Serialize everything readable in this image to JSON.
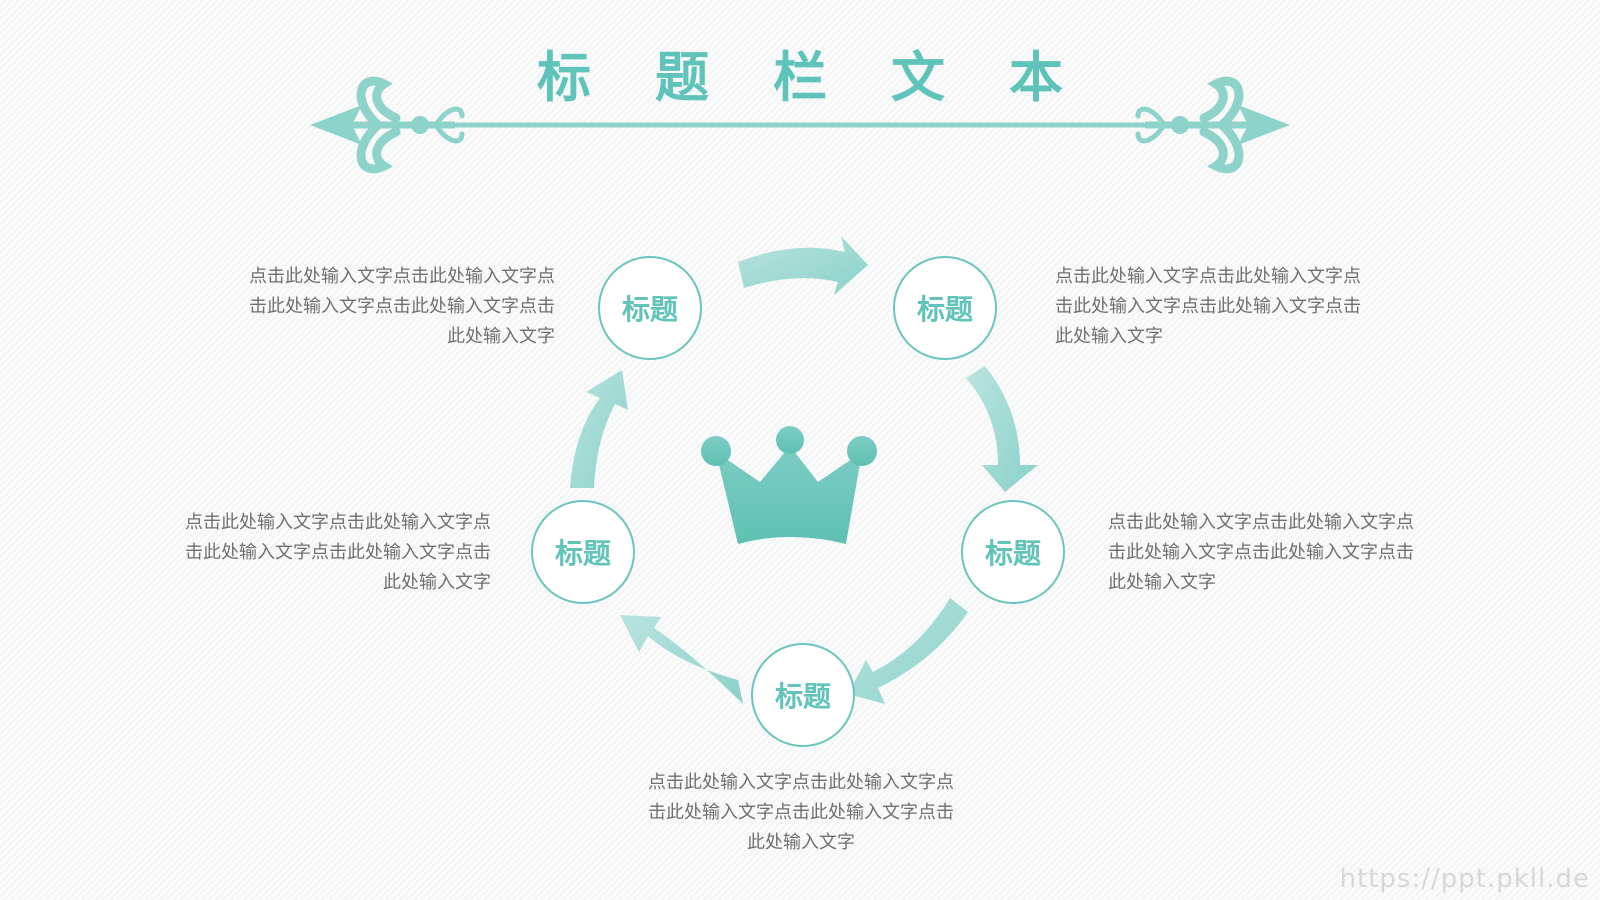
{
  "slide": {
    "title": "标题栏文本",
    "accent_color": "#6ac6bc",
    "nodes": [
      {
        "label": "标题",
        "text": "点击此处输入文字点击此处输入文字点击此处输入文字点击此处输入文字点击此处输入文字"
      },
      {
        "label": "标题",
        "text": "点击此处输入文字点击此处输入文字点击此处输入文字点击此处输入文字点击此处输入文字"
      },
      {
        "label": "标题",
        "text": "点击此处输入文字点击此处输入文字点击此处输入文字点击此处输入文字点击此处输入文字"
      },
      {
        "label": "标题",
        "text": "点击此处输入文字点击此处输入文字点击此处输入文字点击此处输入文字点击此处输入文字"
      },
      {
        "label": "标题",
        "text": "点击此处输入文字点击此处输入文字点击此处输入文字点击此处输入文字点击此处输入文字"
      }
    ],
    "center_icon": "crown-icon",
    "watermark": "https://ppt.pkll.de"
  }
}
